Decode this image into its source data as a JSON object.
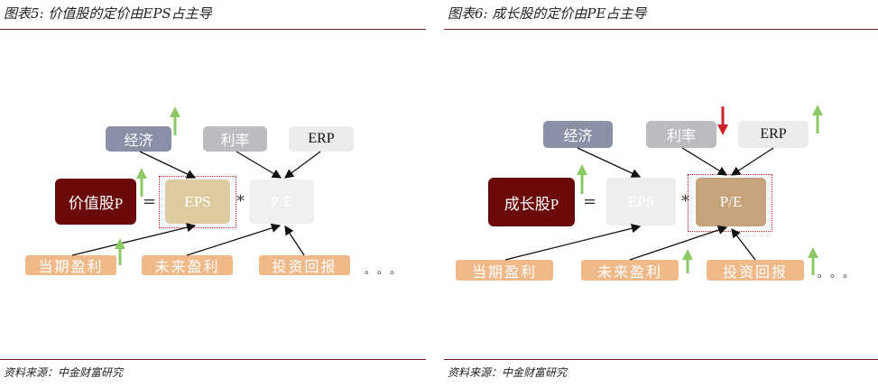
{
  "left": {
    "title": "图表5: 价值股的定价由EPS占主导",
    "source": "资料来源：中金财富研究",
    "factors_top": [
      "经济",
      "利率",
      "ERP"
    ],
    "main": "价值股P",
    "equals": "=",
    "eps": "EPS",
    "times": "*",
    "pe": "P/E",
    "factors_bottom": [
      "当期盈利",
      "未来盈利",
      "投资回报"
    ],
    "ellipsis": "。。。",
    "indicators": {
      "economy": "up",
      "price": "up",
      "current_earnings": "up"
    }
  },
  "right": {
    "title": "图表6: 成长股的定价由PE占主导",
    "source": "资料来源：中金财富研究",
    "factors_top": [
      "经济",
      "利率",
      "ERP"
    ],
    "main": "成长股P",
    "equals": "=",
    "eps": "EPS",
    "times": "*",
    "pe": "P/E",
    "factors_bottom": [
      "当期盈利",
      "未来盈利",
      "投资回报"
    ],
    "ellipsis": "。。。",
    "indicators": {
      "rate": "down",
      "erp": "up",
      "price": "up",
      "future_earnings": "up",
      "investment_return": "up"
    }
  },
  "colors": {
    "up": "#8cc864",
    "down": "#d0202a",
    "rule": "#7a1a1a",
    "main": "#6a0a0a"
  }
}
